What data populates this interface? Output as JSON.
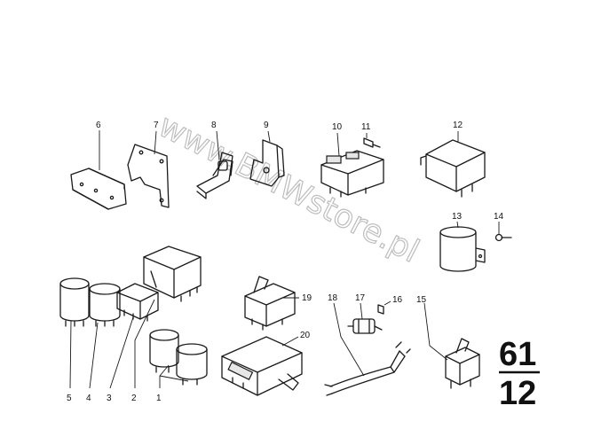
{
  "watermark": "www.BMWstore.pl",
  "group_code": {
    "top": "61",
    "bottom": "12"
  },
  "callouts": [
    "1",
    "2",
    "3",
    "4",
    "5",
    "6",
    "7",
    "8",
    "9",
    "10",
    "11",
    "12",
    "13",
    "14",
    "15",
    "16",
    "17",
    "18",
    "19",
    "20"
  ]
}
